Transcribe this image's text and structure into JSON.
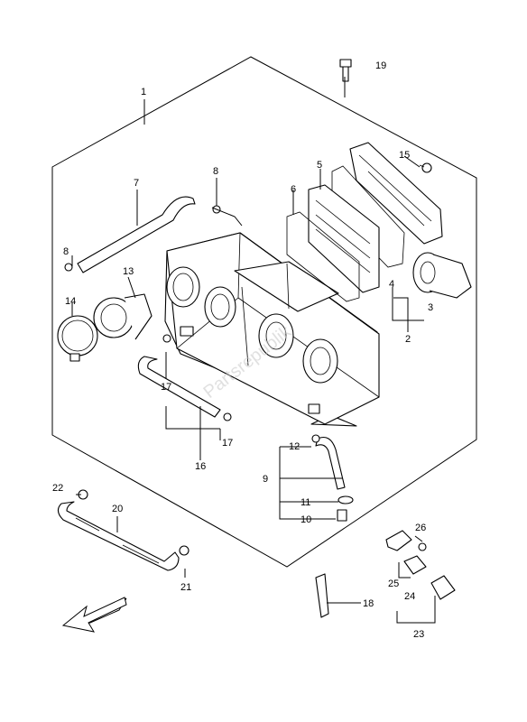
{
  "watermark": "Partsrepublik",
  "callouts": {
    "c1": "1",
    "c2": "2",
    "c3": "3",
    "c4": "4",
    "c5": "5",
    "c6": "6",
    "c7": "7",
    "c8a": "8",
    "c8b": "8",
    "c9": "9",
    "c10": "10",
    "c11": "11",
    "c12": "12",
    "c13": "13",
    "c14": "14",
    "c15": "15",
    "c16": "16",
    "c17a": "17",
    "c17b": "17",
    "c18": "18",
    "c19": "19",
    "c20": "20",
    "c21": "21",
    "c22": "22",
    "c23": "23",
    "c24": "24",
    "c25": "25",
    "c26": "26"
  },
  "direction_arrow": "front-arrow-icon"
}
